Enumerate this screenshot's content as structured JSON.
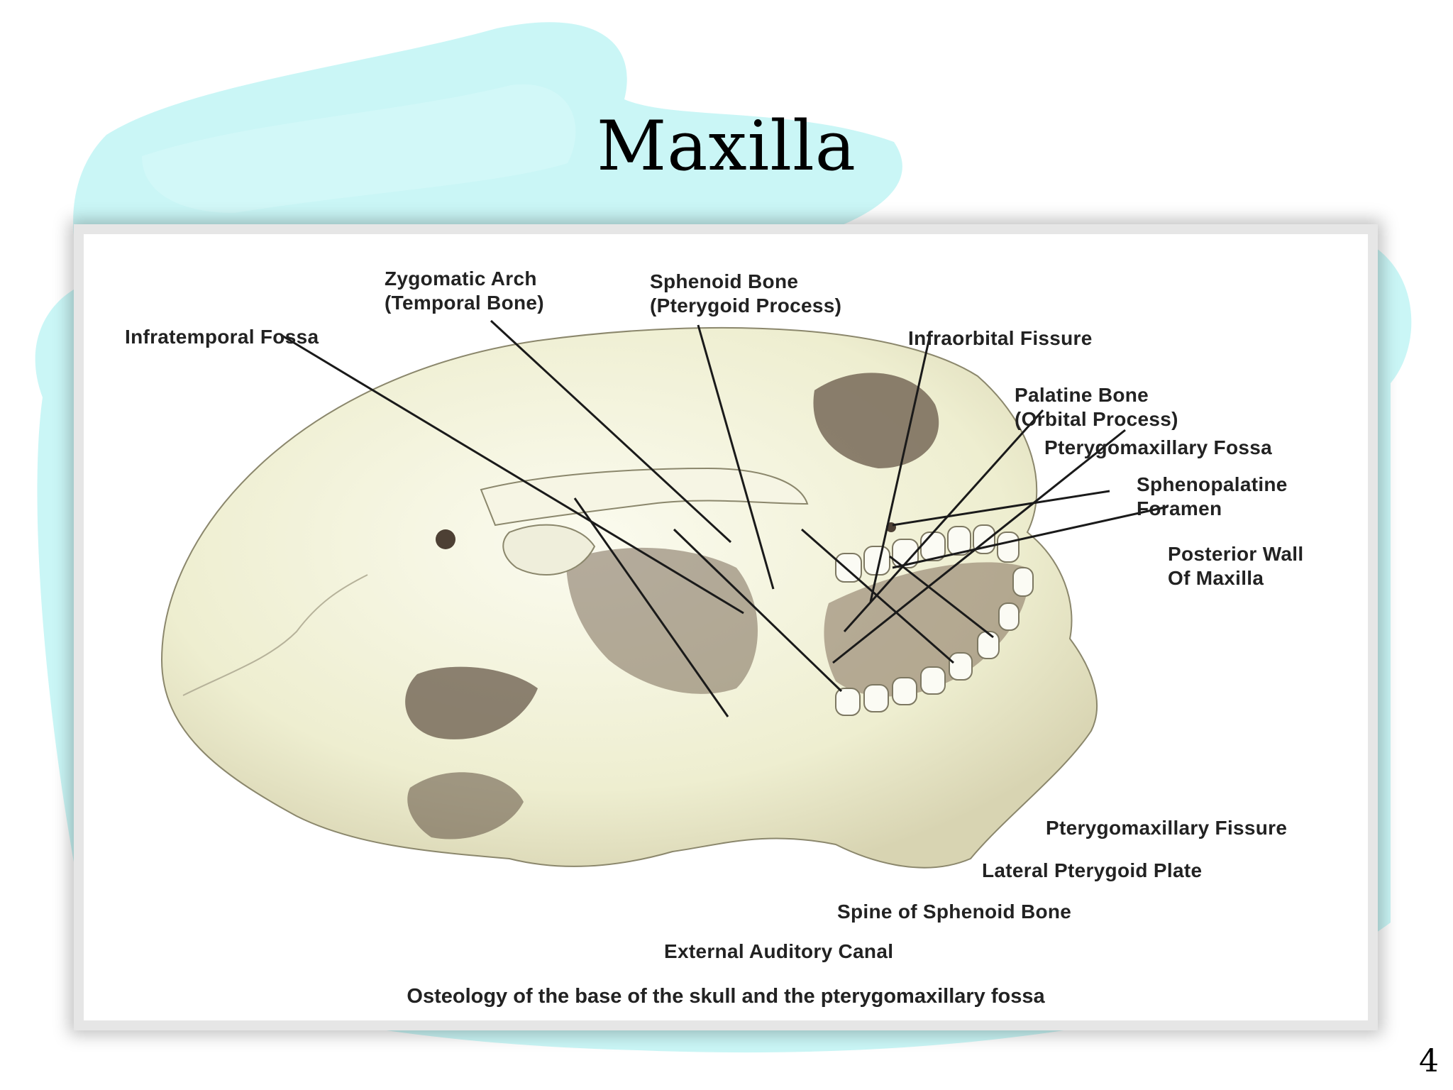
{
  "slide": {
    "title": "Maxilla",
    "page_number": "4",
    "colors": {
      "background_motif": "#b8f3f3",
      "bone": "#f2f0d8",
      "bone_shadow": "#8a7a66",
      "label_text": "#222222",
      "leader_line": "#1a1a1a"
    }
  },
  "figure": {
    "caption": "Osteology of the base of the skull and the pterygomaxillary fossa",
    "labels": {
      "zygomatic_arch": "Zygomatic Arch\n(Temporal Bone)",
      "sphenoid_bone": "Sphenoid Bone\n(Pterygoid Process)",
      "infratemporal_fossa": "Infratemporal Fossa",
      "infraorbital_fissure": "Infraorbital Fissure",
      "palatine_bone": "Palatine Bone\n(Orbital Process)",
      "pterygomaxillary_fossa": "Pterygomaxillary Fossa",
      "sphenopalatine_foramen": "Sphenopalatine\nForamen",
      "posterior_wall": "Posterior Wall\nOf Maxilla",
      "pterygomaxillary_fissure": "Pterygomaxillary Fissure",
      "lateral_pterygoid_plate": "Lateral Pterygoid Plate",
      "spine_of_sphenoid": "Spine of Sphenoid Bone",
      "external_auditory_canal": "External Auditory Canal"
    }
  }
}
